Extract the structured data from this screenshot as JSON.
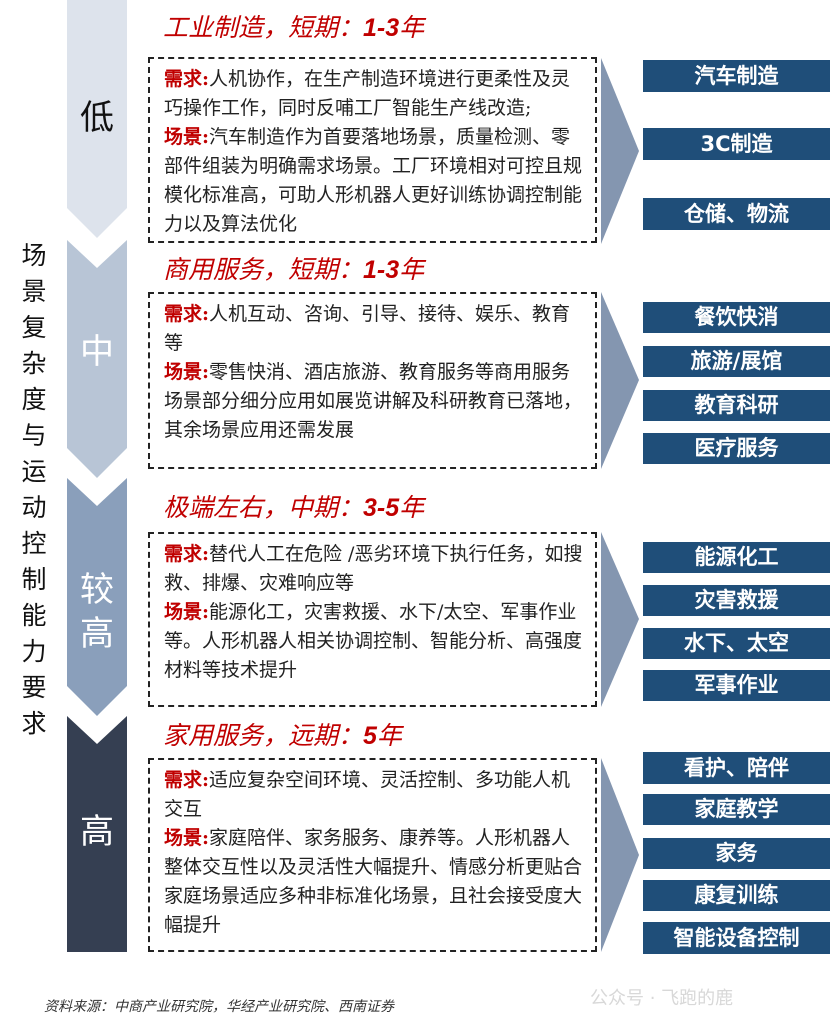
{
  "axis_label": "场景复杂度与运动控制能力要求",
  "levels": [
    {
      "label": "低",
      "fill": "#dde3ec",
      "text_color": "#111111"
    },
    {
      "label": "中",
      "fill": "#b8c5d6",
      "text_color": "#ffffff"
    },
    {
      "label": "较高",
      "fill": "#8a9fbb",
      "text_color": "#ffffff"
    },
    {
      "label": "高",
      "fill": "#353f52",
      "text_color": "#ffffff"
    }
  ],
  "sections": [
    {
      "title_prefix": "工业制造，短期：",
      "title_value": "1-3",
      "title_suffix": "年",
      "demand_tag": "需求:",
      "demand_text": "人机协作，在生产制造环境进行更柔性及灵巧操作工作，同时反哺工厂智能生产线改造;",
      "scene_tag": "场景:",
      "scene_text": "汽车制造作为首要落地场景，质量检测、零部件组装为明确需求场景。工厂环境相对可控且规模化标准高，可助人形机器人更好训练协调控制能力以及算法优化",
      "tiles": [
        "汽车制造",
        "3C制造",
        "仓储、物流"
      ]
    },
    {
      "title_prefix": "商用服务，短期：",
      "title_value": "1-3",
      "title_suffix": "年",
      "demand_tag": "需求:",
      "demand_text": "人机互动、咨询、引导、接待、娱乐、教育等",
      "scene_tag": "场景:",
      "scene_text": "零售快消、酒店旅游、教育服务等商用服务场景部分细分应用如展览讲解及科研教育已落地，其余场景应用还需发展",
      "tiles": [
        "餐饮快消",
        "旅游/展馆",
        "教育科研",
        "医疗服务"
      ]
    },
    {
      "title_prefix": "极端左右，中期：",
      "title_value": "3-5",
      "title_suffix": "年",
      "demand_tag": "需求:",
      "demand_text": "替代人工在危险 /恶劣环境下执行任务，如搜救、排爆、灾难响应等",
      "scene_tag": "场景:",
      "scene_text": "能源化工，灾害救援、水下/太空、军事作业等。人形机器人相关协调控制、智能分析、高强度材料等技术提升",
      "tiles": [
        "能源化工",
        "灾害救援",
        "水下、太空",
        "军事作业"
      ]
    },
    {
      "title_prefix": "家用服务，远期：",
      "title_value": "5",
      "title_suffix": "年",
      "demand_tag": "需求:",
      "demand_text": "适应复杂空间环境、灵活控制、多功能人机交互",
      "scene_tag": "场景:",
      "scene_text": "家庭陪伴、家务服务、康养等。人形机器人整体交互性以及灵活性大幅提升、情感分析更贴合家庭场景适应多种非标准化场景，且社会接受度大幅提升",
      "tiles": [
        "看护、陪伴",
        "家庭教学",
        "家务",
        "康复训练",
        "智能设备控制"
      ]
    }
  ],
  "source": "资料来源：中商产业研究院，华经产业研究院、西南证券",
  "watermark": "公众号 · 飞跑的鹿"
}
